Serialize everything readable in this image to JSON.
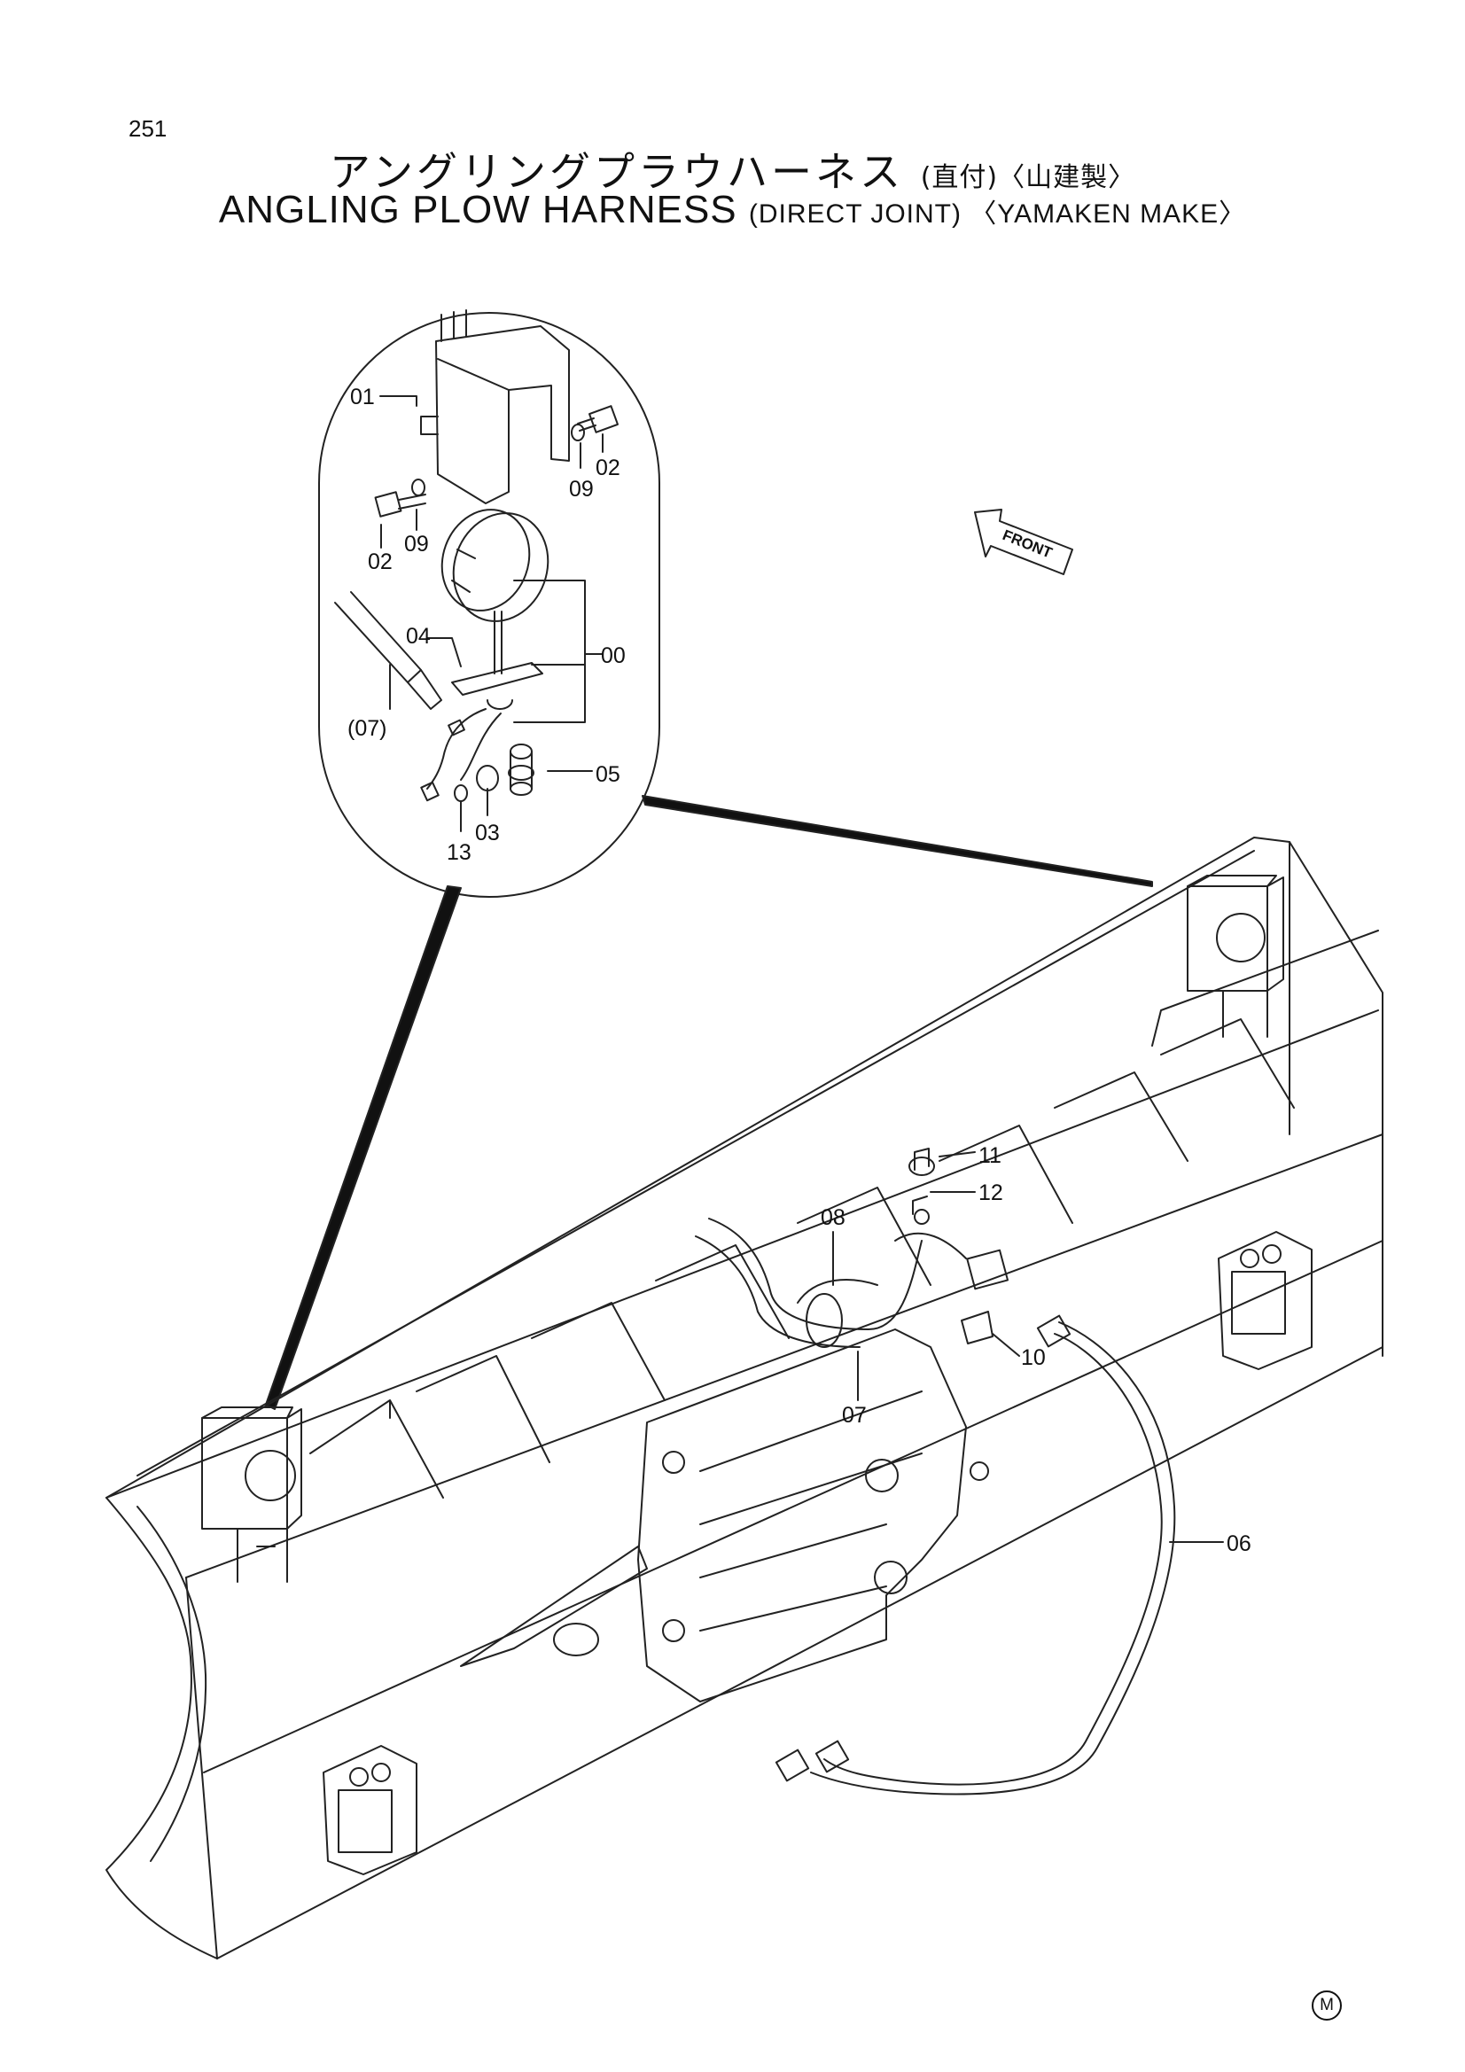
{
  "header": {
    "page_number": "251",
    "title_jp": "アングリングプラウハーネス",
    "title_jp_sub": "(直付)〈山建製〉",
    "title_en": "ANGLING PLOW HARNESS",
    "title_en_sub": "(DIRECT JOINT) 〈YAMAKEN MAKE〉"
  },
  "front_arrow_label": "FRONT",
  "part_labels": {
    "p00": "00",
    "p01": "01",
    "p02a": "02",
    "p02b": "02",
    "p03": "03",
    "p04": "04",
    "p05": "05",
    "p06": "06",
    "p07": "07",
    "p07_ref": "(07)",
    "p08": "08",
    "p09a": "09",
    "p09b": "09",
    "p10": "10",
    "p11": "11",
    "p12": "12",
    "p13": "13"
  },
  "footer_mark": "M"
}
